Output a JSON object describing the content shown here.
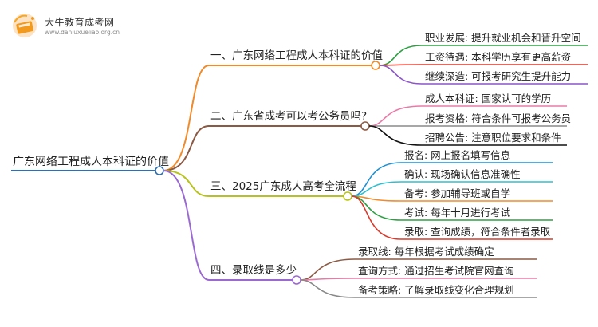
{
  "logo": {
    "title": "大牛教育成考网",
    "url": "www.daniuxueliao.org.cn"
  },
  "mindmap": {
    "root": "广东网络工程成人本科证的价值",
    "branches": [
      {
        "label": "一、广东网络工程成人本科证的价值",
        "color": "#ef8b2c",
        "children": [
          {
            "label": "职业发展: 提升就业机会和晋升空间",
            "color": "#2ea043"
          },
          {
            "label": "工资待遇: 本科学历享有更高薪资",
            "color": "#d93a2b"
          },
          {
            "label": "继续深造: 可报考研究生提升能力",
            "color": "#8c55c8"
          }
        ]
      },
      {
        "label": "二、广东省成考可以考公务员吗?",
        "color": "#8b5a44",
        "children": [
          {
            "label": "成人本科证: 国家认可的学历",
            "color": "#e87aa6"
          },
          {
            "label": "报考资格: 符合条件可报考公务员",
            "color": "#8a8a8a"
          },
          {
            "label": "招聘公告: 注意职位要求和条件",
            "color": "#111111"
          }
        ]
      },
      {
        "label": "三、2025广东成人高考全流程",
        "color": "#b7c21f",
        "children": [
          {
            "label": "报名: 网上报名填写信息",
            "color": "#1f8fd1"
          },
          {
            "label": "确认: 现场确认信息准确性",
            "color": "#2fc0cf"
          },
          {
            "label": "备考: 参加辅导班或自学",
            "color": "#ef8b2c"
          },
          {
            "label": "考试: 每年十月进行考试",
            "color": "#2ea043"
          },
          {
            "label": "录取: 查询成绩，符合条件者录取",
            "color": "#d93a2b"
          }
        ]
      },
      {
        "label": "四、录取线是多少",
        "color": "#9a6ad0",
        "children": [
          {
            "label": "录取线: 每年根据考试成绩确定",
            "color": "#8b5a44"
          },
          {
            "label": "查询方式: 通过招生考试院官网查询",
            "color": "#e87aa6"
          },
          {
            "label": "备考策略: 了解录取线变化合理规划",
            "color": "#8a8a8a"
          }
        ]
      }
    ],
    "root_line_color": "#2f6fb0"
  }
}
